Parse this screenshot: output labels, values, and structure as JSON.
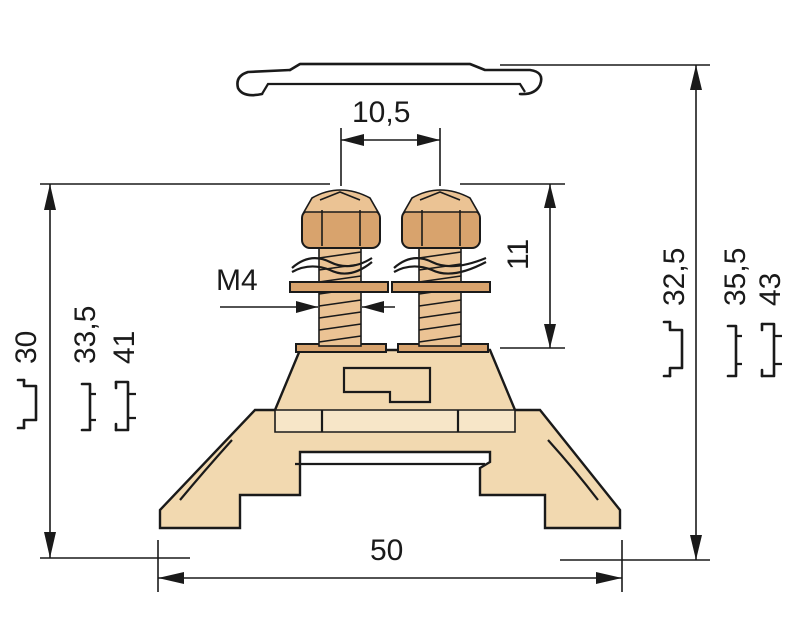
{
  "diagram": {
    "colors": {
      "housing": "#f2d9b0",
      "copper": "#d8a36d",
      "line": "#1a1a1a"
    },
    "dimensions": {
      "bolt_spacing": "10,5",
      "thread": "M4",
      "bolt_height": "11",
      "width": "50",
      "left_heights": [
        "30",
        "33,5",
        "41"
      ],
      "right_heights": [
        "32,5",
        "35,5",
        "43"
      ]
    },
    "rail_icons": [
      "din-rail-flat-icon",
      "din-rail-g-icon",
      "din-rail-deep-icon"
    ]
  }
}
